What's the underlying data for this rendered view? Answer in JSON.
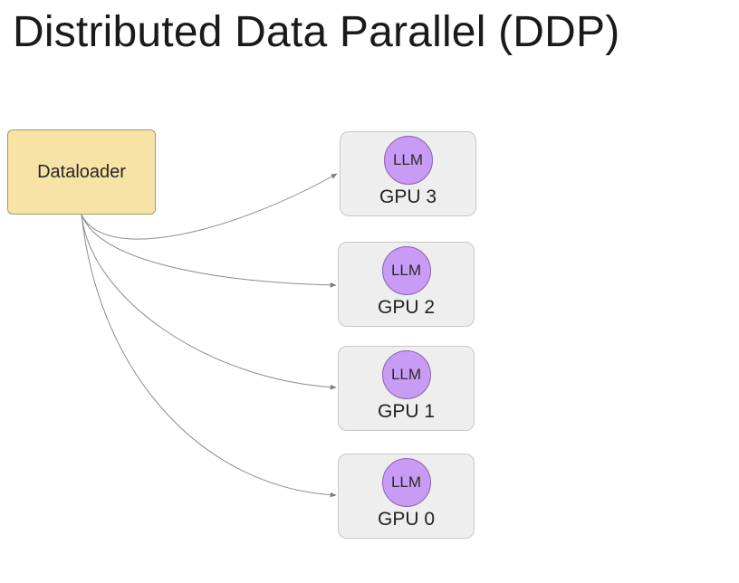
{
  "title": "Distributed Data Parallel (DDP)",
  "dataloader": {
    "label": "Dataloader"
  },
  "gpus": [
    {
      "label": "GPU 3",
      "model": "LLM"
    },
    {
      "label": "GPU 2",
      "model": "LLM"
    },
    {
      "label": "GPU 1",
      "model": "LLM"
    },
    {
      "label": "GPU 0",
      "model": "LLM"
    }
  ],
  "colors": {
    "dataloader_fill": "#f8e3a6",
    "gpu_fill": "#eeeeee",
    "llm_fill": "#c89bf4",
    "arrow": "#8c8c8c"
  }
}
